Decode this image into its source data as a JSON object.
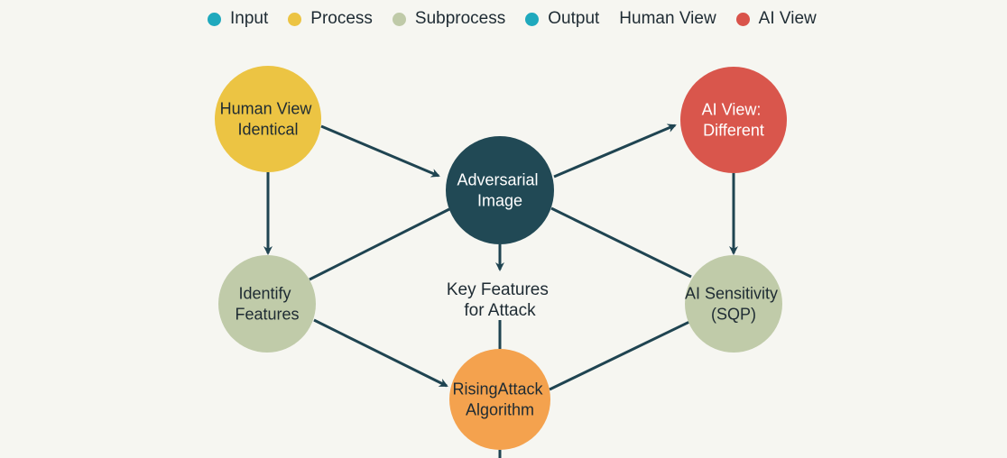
{
  "legend": [
    {
      "label": "Input",
      "color": "#1fa9bd"
    },
    {
      "label": "Process",
      "color": "#ecc443"
    },
    {
      "label": "Subprocess",
      "color": "#bfcaa8"
    },
    {
      "label": "Output",
      "color": "#1fa9bd"
    },
    {
      "label": "Human View",
      "color": null
    },
    {
      "label": "AI View",
      "color": "#d9534a"
    }
  ],
  "colors": {
    "background": "#f6f6f1",
    "edge": "#1f4451",
    "dark_text": "#1e2b33",
    "light_text": "#ffffff"
  },
  "nodes": {
    "human_view": {
      "lines": [
        "Human View",
        "Identical"
      ],
      "fill": "#ecc443",
      "text_color": "#1e2b33"
    },
    "ai_view": {
      "lines": [
        "AI View:",
        "Different"
      ],
      "fill": "#d9564c",
      "text_color": "#ffffff"
    },
    "adversarial": {
      "lines": [
        "Adversarial",
        "Image"
      ],
      "fill": "#214955",
      "text_color": "#ffffff"
    },
    "identify": {
      "lines": [
        "Identify",
        "Features"
      ],
      "fill": "#c0cba9",
      "text_color": "#1e2b33"
    },
    "sensitivity": {
      "lines": [
        "AI Sensitivity",
        "(SQP)"
      ],
      "fill": "#c0cba9",
      "text_color": "#1e2b33"
    },
    "rising": {
      "lines": [
        "RisingAttack",
        "Algorithm"
      ],
      "fill": "#f4a24e",
      "text_color": "#1e2b33"
    }
  },
  "key_features_label": [
    "Key Features",
    "for Attack"
  ],
  "edges": [
    {
      "from": "human_view",
      "to": "adversarial",
      "arrow": true
    },
    {
      "from": "adversarial",
      "to": "ai_view",
      "arrow": true
    },
    {
      "from": "human_view",
      "to": "identify",
      "arrow": true
    },
    {
      "from": "ai_view",
      "to": "sensitivity",
      "arrow": true
    },
    {
      "from": "adversarial",
      "to": "identify",
      "arrow": false
    },
    {
      "from": "adversarial",
      "to": "sensitivity",
      "arrow": false
    },
    {
      "from": "adversarial",
      "to": "key_features",
      "arrow": true
    },
    {
      "from": "key_features",
      "to": "rising",
      "arrow": false
    },
    {
      "from": "identify",
      "to": "rising",
      "arrow": true
    },
    {
      "from": "sensitivity",
      "to": "rising",
      "arrow": false
    },
    {
      "from": "rising",
      "to": "bottom_exit",
      "arrow": false
    }
  ]
}
